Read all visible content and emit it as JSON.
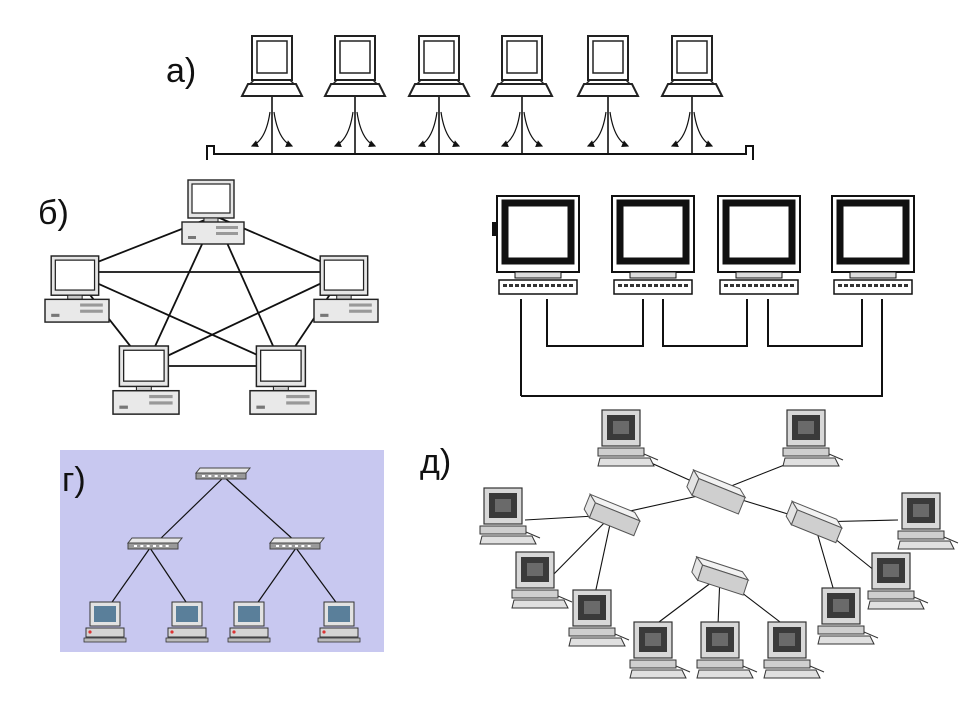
{
  "labels": {
    "a": "а)",
    "b": "б)",
    "v": "",
    "g": "г)",
    "d": "д)"
  },
  "topologies": [
    {
      "id": "a",
      "kind": "bus",
      "nodes": 6
    },
    {
      "id": "b",
      "kind": "full-mesh",
      "nodes": 5
    },
    {
      "id": "v",
      "kind": "ring",
      "nodes": 4
    },
    {
      "id": "g",
      "kind": "tree",
      "hubs": 3,
      "nodes": 4
    },
    {
      "id": "d",
      "kind": "hierarchical-star",
      "hubs": 4,
      "nodes": 11
    }
  ],
  "colors": {
    "line": "#111111",
    "panel_g": "#c8c8f0",
    "screen_dark": "#3a3a3a",
    "screen_light": "#ffffff",
    "case": "#e9e9e9"
  },
  "icons": [
    "computer-icon",
    "hub-icon",
    "crt-monitor-icon"
  ]
}
